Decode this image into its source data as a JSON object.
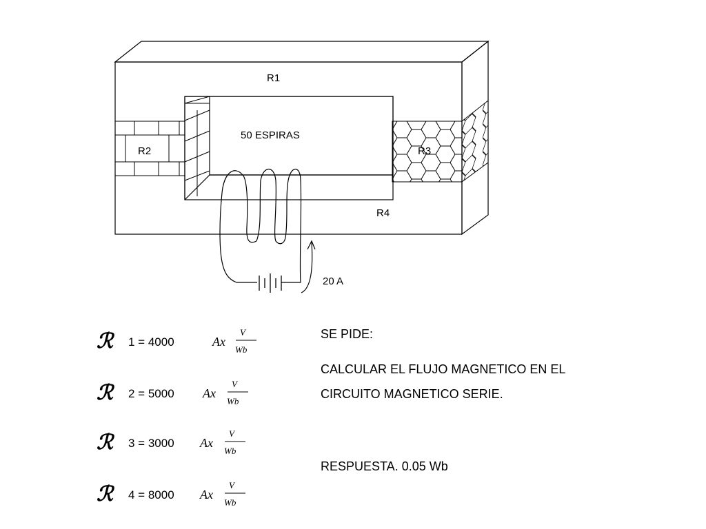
{
  "diagram": {
    "r1_label": "R1",
    "r2_label": "R2",
    "r3_label": "R3",
    "r4_label": "R4",
    "turns_label": "50 ESPIRAS",
    "current_label": "20 A"
  },
  "reluctances": [
    {
      "symbol": "ℛ",
      "text": "1 = 4000",
      "unit": "Ax",
      "num": "V",
      "den": "Wb"
    },
    {
      "symbol": "ℛ",
      "text": "2 = 5000",
      "unit": "Ax",
      "num": "V",
      "den": "Wb"
    },
    {
      "symbol": "ℛ",
      "text": "3 = 3000",
      "unit": "Ax",
      "num": "V",
      "den": "Wb"
    },
    {
      "symbol": "ℛ",
      "text": "4 = 8000",
      "unit": "Ax",
      "num": "V",
      "den": "Wb"
    }
  ],
  "problem": {
    "heading": "SE PIDE:",
    "line1": "CALCULAR EL FLUJO MAGNETICO EN EL",
    "line2": "CIRCUITO MAGNETICO SERIE.",
    "answer": "RESPUESTA.  0.05 Wb"
  }
}
